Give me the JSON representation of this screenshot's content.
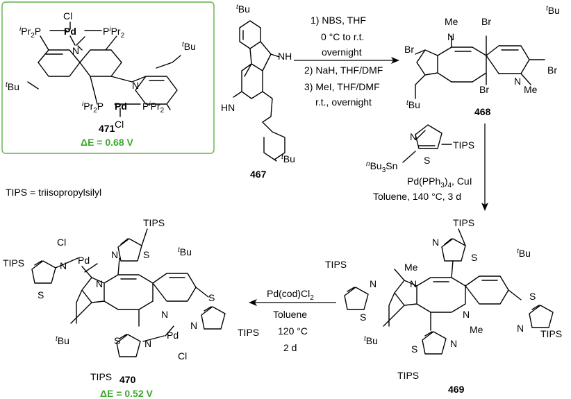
{
  "colors": {
    "highlight": "#3aa82a",
    "box_border": "#5fb048",
    "ink": "#000000"
  },
  "compounds": {
    "c471": {
      "label": "471",
      "delta_e": "ΔE = 0.68 V"
    },
    "c467": {
      "label": "467"
    },
    "c468": {
      "label": "468"
    },
    "c469": {
      "label": "469"
    },
    "c470": {
      "label": "470",
      "delta_e": "ΔE = 0.52 V"
    }
  },
  "atoms": {
    "Cl": "Cl",
    "Pd": "Pd",
    "N": "N",
    "NH": "NH",
    "HN": "HN",
    "S": "S",
    "Br": "Br",
    "Me": "Me",
    "tBu": "tBu",
    "TIPS": "TIPS",
    "iPr2P": "iPr2P",
    "PiPr2": "PiPr2",
    "TIPS_dash": "TIPS"
  },
  "conditions": {
    "step1": [
      "1) NBS, THF",
      "0 °C to r.t.",
      "overnight",
      "2) NaH, THF/DMF",
      "3) MeI, THF/DMF",
      "r.t., overnight"
    ],
    "step2": [
      "nBu3Sn",
      "Pd(PPh3)4, CuI",
      "Toluene, 140 °C, 3 d"
    ],
    "step3": [
      "Pd(cod)Cl2",
      "Toluene",
      "120 °C",
      "2 d"
    ]
  },
  "note": "TIPS = triisopropylsilyl"
}
